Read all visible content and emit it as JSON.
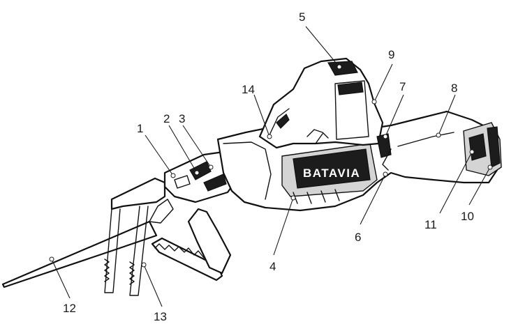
{
  "brand": {
    "logo_text": "BATAVIA"
  },
  "callouts": [
    {
      "number": "1"
    },
    {
      "number": "2"
    },
    {
      "number": "3"
    },
    {
      "number": "4"
    },
    {
      "number": "5"
    },
    {
      "number": "6"
    },
    {
      "number": "7"
    },
    {
      "number": "8"
    },
    {
      "number": "9"
    },
    {
      "number": "10"
    },
    {
      "number": "11"
    },
    {
      "number": "12"
    },
    {
      "number": "13"
    },
    {
      "number": "14"
    }
  ]
}
